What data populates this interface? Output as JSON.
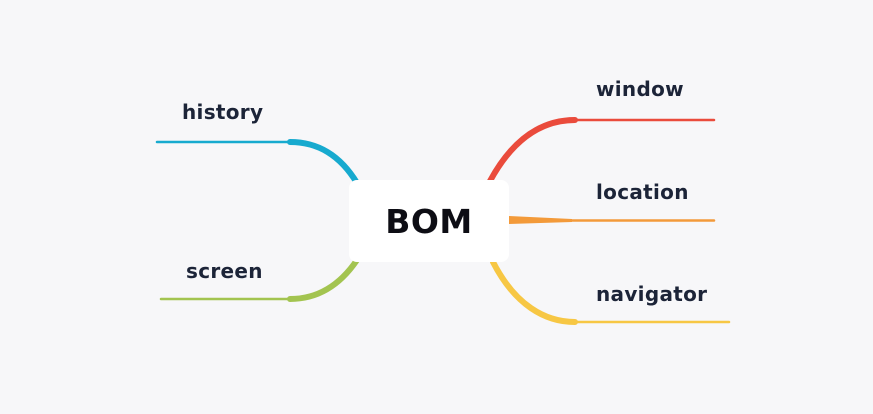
{
  "diagram": {
    "type": "mindmap",
    "central_node": {
      "label": "BOM"
    },
    "branches": [
      {
        "id": "window",
        "label": "window",
        "side": "right",
        "color": "#ea4b3c"
      },
      {
        "id": "location",
        "label": "location",
        "side": "right",
        "color": "#f39a3a"
      },
      {
        "id": "navigator",
        "label": "navigator",
        "side": "right",
        "color": "#f7c744"
      },
      {
        "id": "history",
        "label": "history",
        "side": "left",
        "color": "#17aacf"
      },
      {
        "id": "screen",
        "label": "screen",
        "side": "left",
        "color": "#a3c450"
      }
    ]
  }
}
